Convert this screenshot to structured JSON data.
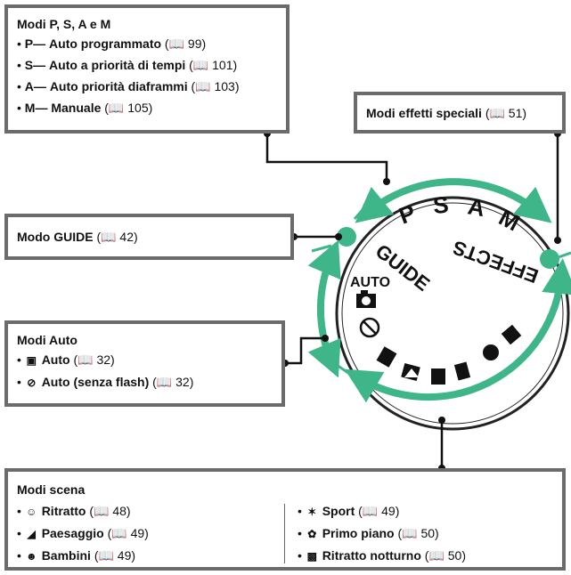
{
  "pasm": {
    "title": "Modi P, S, A e M",
    "items": [
      {
        "bullet": "•",
        "code": "P",
        "dash": "—",
        "label": "Auto programmato",
        "page": "(📖 99)"
      },
      {
        "bullet": "•",
        "code": "S",
        "dash": "—",
        "label": "Auto a priorità di tempi",
        "page": "(📖 101)"
      },
      {
        "bullet": "•",
        "code": "A",
        "dash": "—",
        "label": "Auto priorità diaframmi",
        "page": "(📖 103)"
      },
      {
        "bullet": "•",
        "code": "M",
        "dash": "—",
        "label": "Manuale",
        "page": "(📖 105)"
      }
    ]
  },
  "effects": {
    "label": "Modi effetti speciali",
    "page": "(📖 51)"
  },
  "guide": {
    "label": "Modo GUIDE",
    "page": "(📖 42)"
  },
  "auto": {
    "title": "Modi Auto",
    "items": [
      {
        "bullet": "•",
        "label": "Auto",
        "page": "(📖 32)"
      },
      {
        "bullet": "•",
        "label": "Auto (senza flash)",
        "page": "(📖 32)"
      }
    ]
  },
  "scene": {
    "title": "Modi scena",
    "left": [
      {
        "bullet": "•",
        "label": "Ritratto",
        "page": "(📖 48)"
      },
      {
        "bullet": "•",
        "label": "Paesaggio",
        "page": "(📖 49)"
      },
      {
        "bullet": "•",
        "label": "Bambini",
        "page": "(📖 49)"
      }
    ],
    "right": [
      {
        "bullet": "•",
        "label": "Sport",
        "page": "(📖 49)"
      },
      {
        "bullet": "•",
        "label": "Primo piano",
        "page": "(📖 50)"
      },
      {
        "bullet": "•",
        "label": "Ritratto notturno",
        "page": "(📖 50)"
      }
    ]
  },
  "dial": {
    "p": "P",
    "s": "S",
    "a": "A",
    "m": "M",
    "guide": "GUIDE",
    "effects": "EFFECTS",
    "auto": "AUTO"
  },
  "colors": {
    "accent": "#3fb58a",
    "frame": "#6b6b6b"
  }
}
